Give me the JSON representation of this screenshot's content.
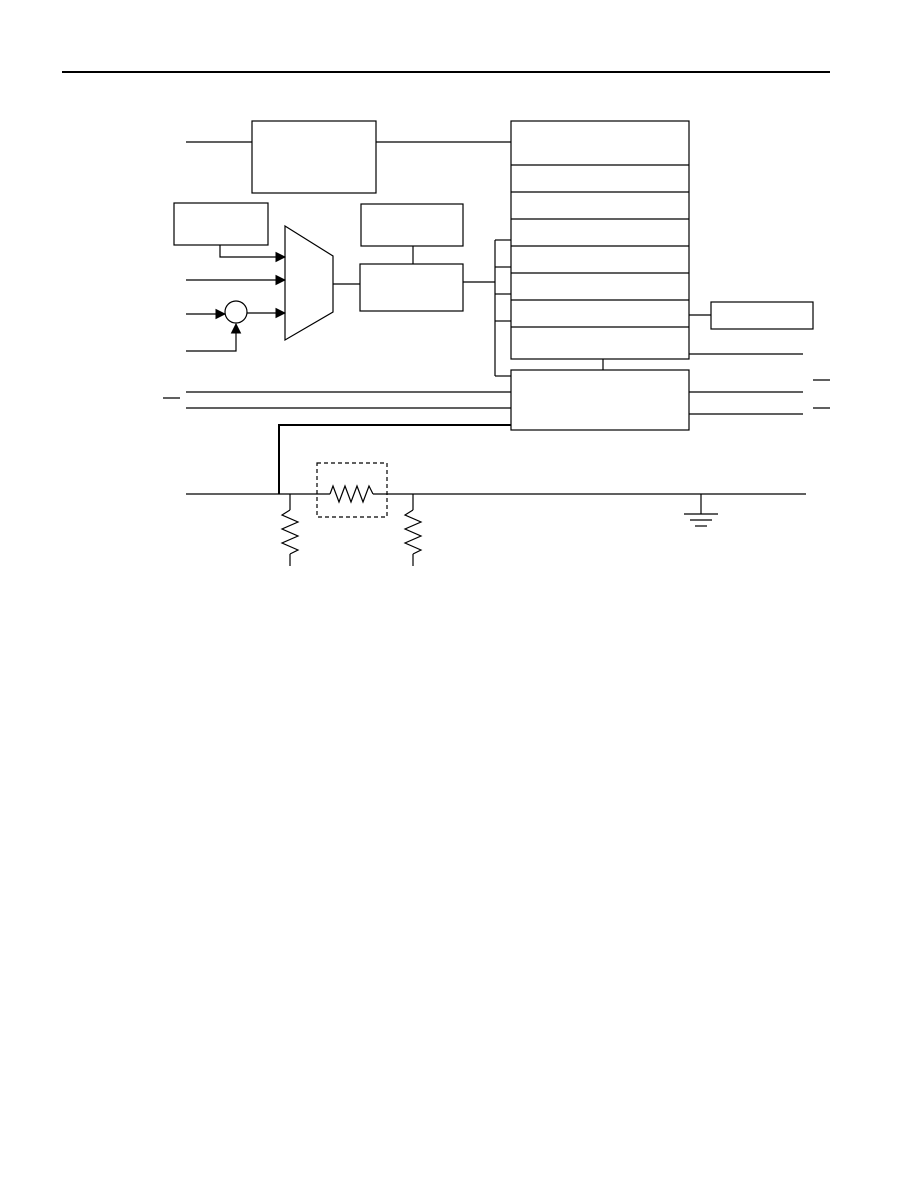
{
  "page": {
    "background": "#ffffff",
    "line_color": "#000000",
    "has_header_rule": true
  },
  "diagram": {
    "title": "",
    "labels": [],
    "symbols": [
      "multiplexer",
      "summing-junction",
      "resistor",
      "trimmer-resistor-dashed-box",
      "ground"
    ]
  }
}
